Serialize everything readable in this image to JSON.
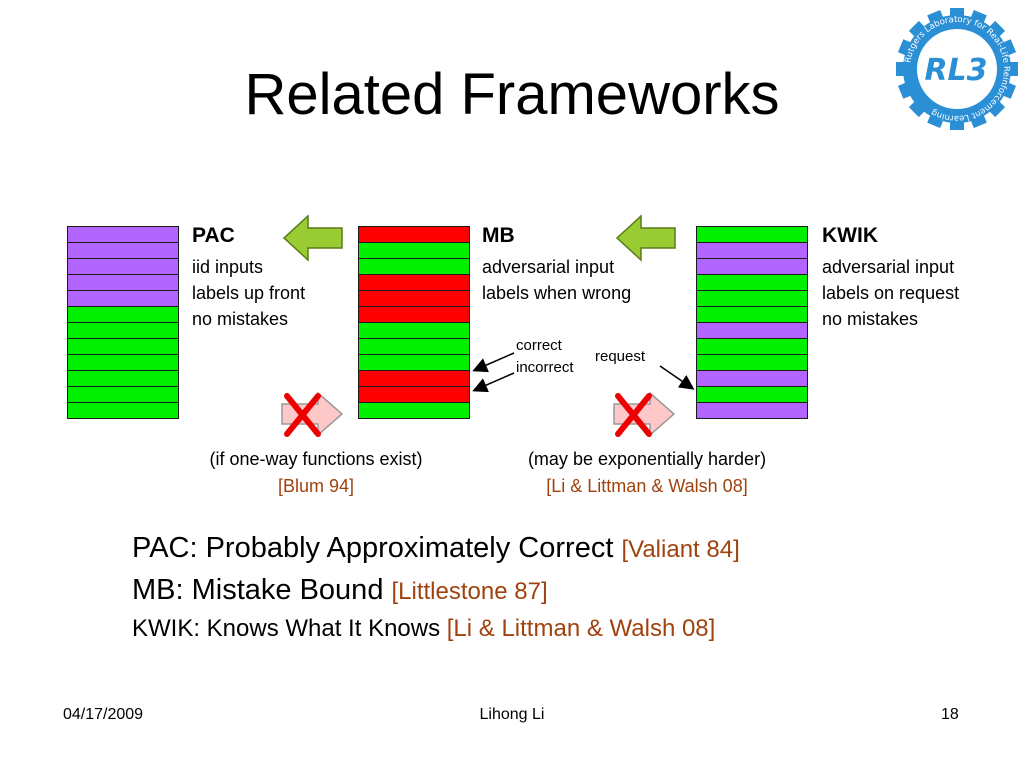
{
  "slide": {
    "title": "Related Frameworks",
    "logo": {
      "ring_text": "Rutgers Laboratory for Real-Life Reinforcement Learning",
      "mark": "RL3",
      "icon": "gear-logo"
    },
    "frameworks": [
      {
        "key": "pac",
        "name": "PAC",
        "lines": [
          "iid inputs",
          "labels up front",
          "no mistakes"
        ],
        "cells": [
          "purple",
          "purple",
          "purple",
          "purple",
          "purple",
          "green",
          "green",
          "green",
          "green",
          "green",
          "green",
          "green"
        ]
      },
      {
        "key": "mb",
        "name": "MB",
        "lines": [
          "adversarial input",
          "labels when wrong"
        ],
        "cells": [
          "red",
          "green",
          "green",
          "red",
          "red",
          "red",
          "green",
          "green",
          "green",
          "red",
          "red",
          "green"
        ]
      },
      {
        "key": "kwik",
        "name": "KWIK",
        "lines": [
          "adversarial input",
          "labels on request",
          "no mistakes"
        ],
        "cells": [
          "green",
          "purple",
          "purple",
          "green",
          "green",
          "green",
          "purple",
          "green",
          "green",
          "purple",
          "green",
          "purple"
        ]
      }
    ],
    "mb_annotations": {
      "correct": "correct",
      "incorrect": "incorrect"
    },
    "kwik_annotation": "request",
    "notes": [
      {
        "condition": "(if one-way functions exist)",
        "citation": "[Blum 94]"
      },
      {
        "condition": "(may be exponentially harder)",
        "citation": "[Li & Littman & Walsh 08]"
      }
    ],
    "definitions": [
      {
        "text": "PAC: Probably Approximately Correct ",
        "citation": "[Valiant 84]"
      },
      {
        "text": "MB: Mistake Bound ",
        "citation": "[Littlestone 87]"
      },
      {
        "text": "KWIK: Knows What It Knows ",
        "citation": "[Li & Littman & Walsh 08]"
      }
    ],
    "colors": {
      "purple": "#b266ff",
      "green": "#00f000",
      "red": "#ff0000",
      "arrow_green": "#99cc33",
      "arrow_pink": "#ffc8c8",
      "cross": "#ee0000",
      "citation": "#a0420e",
      "logo_blue": "#2b8fd6"
    }
  },
  "footer": {
    "date": "04/17/2009",
    "author": "Lihong Li",
    "page": "18"
  }
}
